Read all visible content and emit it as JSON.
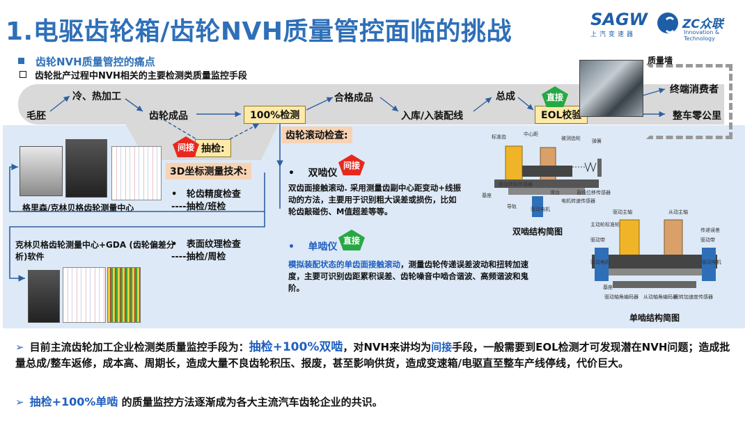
{
  "title": "1.电驱齿轮箱/齿轮NVH质量管控面临的挑战",
  "logos": {
    "sagw": "SAGW",
    "sagw_sub": "上汽变速器",
    "zc": "ZC众联",
    "zc_sub": "Innovation & Technology"
  },
  "section_heading": "齿轮NVH质量管控的痛点",
  "sub_heading": "齿轮批产过程中NVH相关的主要检测类质量监控手段",
  "flow": {
    "blank": "毛胚",
    "heat": "冷、热加工",
    "gear_product": "齿轮成品",
    "full_check": "100%检测",
    "qualified": "合格成品",
    "warehouse": "入库/入装配线",
    "assembly": "总成",
    "eol": "EOL校验",
    "consumer": "终端消费者",
    "complaint": "整车零公里",
    "quality_wall": "质量墙",
    "direct_badge": "直接",
    "sampling": "抽检:",
    "indirect_badge": "间接"
  },
  "cmm": {
    "heading": "3D坐标测量技术:",
    "item1": "轮齿精度检查",
    "item1_freq": "----抽检/班检",
    "item2": "表面纹理检查",
    "item2_freq": "----抽检/周检",
    "machine_caption": "格里森/克林贝格齿轮测量中心",
    "software_caption": "克林贝格齿轮测量中心+GDA (齿轮偏差分析)软件"
  },
  "rolling": {
    "heading": "齿轮滚动检查:",
    "double_title": "双啮仪",
    "double_badge": "间接",
    "double_desc": "双齿面接触滚动. 采用测量齿副中心距变动+线振动的方法，主要用于识别粗大误差或损伤，比如轮齿敲碰伤、M值超差等等。",
    "single_title": "单啮仪",
    "single_badge": "直接",
    "single_desc_highlight": "模拟装配状态的单齿面接触滚动",
    "single_desc_rest": "，测量齿轮传递误差波动和扭转加速度，主要可识别齿距累积误差、齿轮噪音中啮合谐波、高频谐波和鬼阶。"
  },
  "diagrams": {
    "double_caption": "双啮结构简图",
    "single_caption": "单啮结构简图",
    "double_labels": [
      "标准齿",
      "中心距",
      "被测齿轮",
      "弹簧",
      "基座",
      "导轨",
      "滑台",
      "直线位移传感器",
      "驱动电机",
      "电机转速传感器",
      "施加转矩传感器"
    ],
    "single_labels": [
      "驱动主轴",
      "主动轮标准轮",
      "驱动带",
      "从动主轴",
      "传递误差",
      "驱动带",
      "驱动电机",
      "驱动电机",
      "基座",
      "驱动轴角编码器",
      "从动轴角编码器",
      "扭转加速度传感器"
    ]
  },
  "footer": {
    "line1_a": "目前主流齿轮加工企业检测类质量监控手段为：",
    "line1_hl": "抽检+100%双啮",
    "line1_b": "，对NVH来讲均为",
    "line1_hl2": "间接",
    "line1_c": "手段，一般需要到EOL检测才可发现潜在NVH问题；造成批量总成/整车返修，成本高、周期长，造成大量不良齿轮积压、报废，甚至影响供货，造成变速箱/电驱直至整车产线停线，代价巨大。",
    "line2_hl": "抽检+100%单啮",
    "line2_b": " 的质量监控方法逐渐成为各大主流汽车齿轮企业的共识。"
  },
  "colors": {
    "title_blue": "#2e6fb8",
    "highlight_blue": "#1f5fbf",
    "badge_red": "#e8281f",
    "badge_green": "#27a843",
    "box_yellow": "#fde9a8",
    "panel_blue": "#dde9f6"
  }
}
